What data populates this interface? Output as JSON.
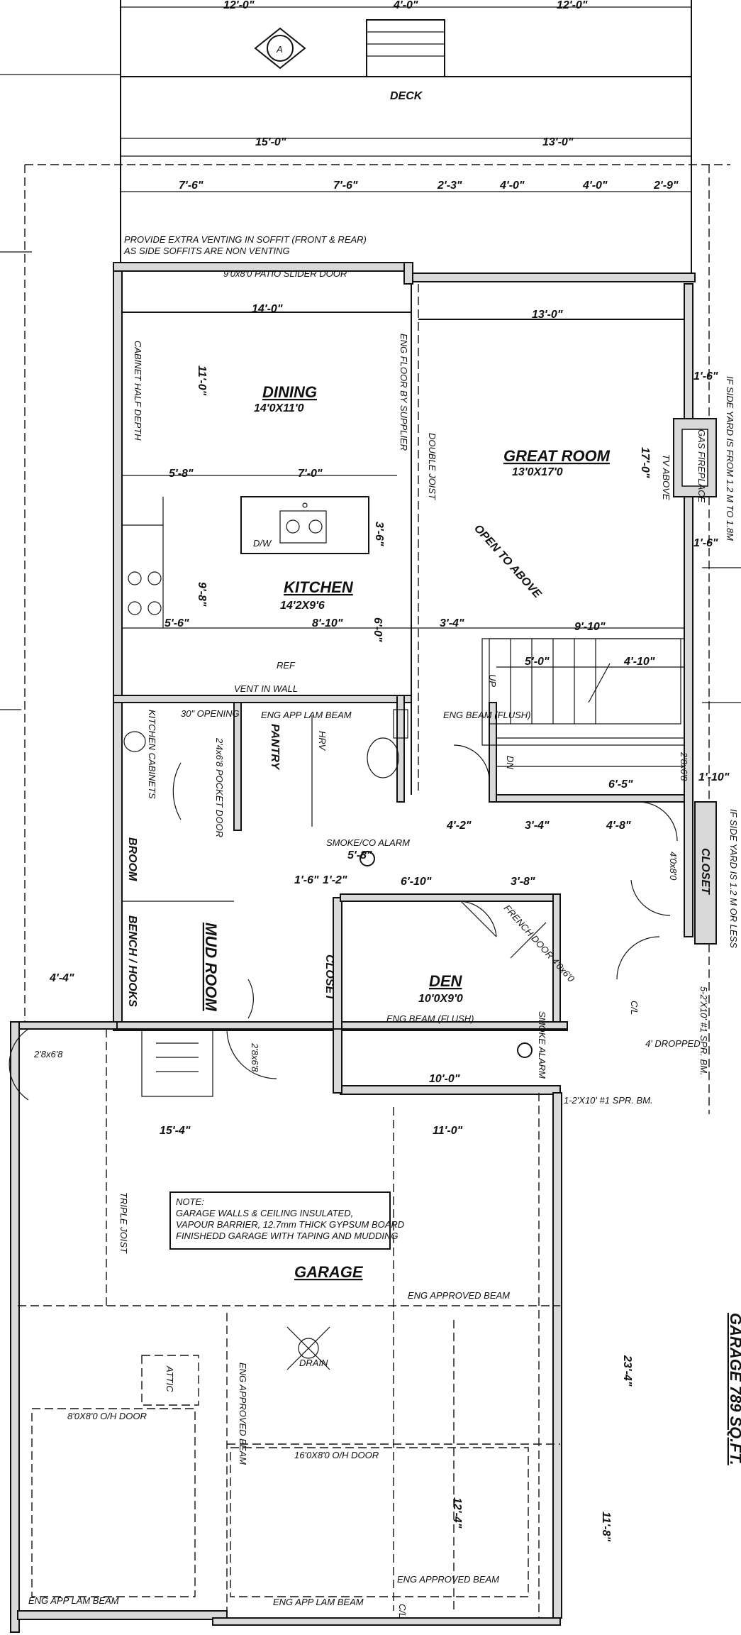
{
  "deck": {
    "label": "DECK",
    "dims_top": [
      "12'-0\"",
      "4'-0\"",
      "12'-0\""
    ],
    "dims_mid": [
      "15'-0\"",
      "13'-0\""
    ],
    "dims_low": [
      "7'-6\"",
      "7'-6\"",
      "2'-3\"",
      "4'-0\"",
      "4'-0\"",
      "2'-9\""
    ],
    "section_marker": "A"
  },
  "notes": {
    "venting": "PROVIDE EXTRA VENTING IN SOFFIT (FRONT & REAR)",
    "venting2": "AS SIDE SOFFITS ARE NON VENTING",
    "patio_door": "9'0x8'0 PATIO SLIDER DOOR",
    "garage_note1": "NOTE:",
    "garage_note2": "GARAGE WALLS & CEILING INSULATED,",
    "garage_note3": "VAPOUR BARRIER, 12.7mm THICK GYPSUM BOARD",
    "garage_note4": "FINISHEDD GARAGE WITH TAPING AND MUDDING",
    "eng_floor": "ENG FLOOR BY SUPPLIER",
    "double_joist": "DOUBLE JOIST",
    "triple_joist": "TRIPLE JOIST",
    "open_above": "OPEN TO ABOVE",
    "side_yard1": "IF SIDE YARD IS FROM 1.2 M TO 1.8M",
    "side_yard2": "IF SIDE YARD IS 1.2 M OR LESS",
    "cabinet": "CABINET HALF DEPTH",
    "tv": "TV ABOVE",
    "fireplace": "GAS FIREPLACE"
  },
  "rooms": {
    "dining": {
      "name": "DINING",
      "size": "14'0X11'0"
    },
    "great": {
      "name": "GREAT ROOM",
      "size": "13'0X17'0"
    },
    "kitchen": {
      "name": "KITCHEN",
      "size": "14'2X9'6"
    },
    "den": {
      "name": "DEN",
      "size": "10'0X9'0"
    },
    "mud": {
      "name": "MUD ROOM"
    },
    "garage": {
      "name": "GARAGE"
    },
    "pantry": "PANTRY",
    "closet": "CLOSET",
    "closet2": "CLOSET",
    "broom": "BROOM",
    "bench": "BENCH / HOOKS",
    "attic": "ATTIC",
    "drain": "DRAIN"
  },
  "dims": {
    "d14_0": "14'-0\"",
    "d13_0": "13'-0\"",
    "d11_0": "11'-0\"",
    "d17_0": "17'-0\"",
    "d5_8": "5'-8\"",
    "d7_0": "7'-0\"",
    "d3_6": "3'-6\"",
    "d9_8": "9'-8\"",
    "d5_6": "5'-6\"",
    "d8_10": "8'-10\"",
    "d6_0": "6'-0\"",
    "d3_4": "3'-4\"",
    "d9_10": "9'-10\"",
    "d5_0": "5'-0\"",
    "d4_10": "4'-10\"",
    "d1_6a": "1'-6\"",
    "d1_6b": "1'-6\"",
    "d1_10": "1'-10\"",
    "d4_2": "4'-2\"",
    "d3_4b": "3'-4\"",
    "d4_8": "4'-8\"",
    "d6_5": "6'-5\"",
    "d6_10": "6'-10\"",
    "d3_8": "3'-8\"",
    "d10_0": "10'-0\"",
    "d4_4": "4'-4\"",
    "d15_4": "15'-4\"",
    "d11_0b": "11'-0\"",
    "d23_4": "23'-4\"",
    "d12_4": "12'-4\"",
    "d11_8": "11'-8\"",
    "d1_6c": "1'-6\"",
    "d1_2": "1'-2\"",
    "d5_8b": "5'-8\""
  },
  "beams": {
    "eng_app_lam": "ENG APP LAM BEAM",
    "eng_beam_flush": "ENG BEAM (FLUSH)",
    "eng_beam_flush2": "ENG BEAM (FLUSH)",
    "eng_approved": "ENG APPROVED BEAM",
    "eng_approved_v": "ENG APPROVED BEAM",
    "eng_approved_bottom": "ENG APPROVED BEAM",
    "eng_app_lam_bottom": "ENG APP LAM BEAM",
    "eng_app_lam_bottom2": "ENG APP LAM BEAM",
    "spr_bm1": "5-2'X10' #1 SPR. BM.",
    "spr_bm2": "1-2'X10' #1 SPR. BM."
  },
  "doors": {
    "pocket": "2'4x6'8 POCKET DOOR",
    "door2868": "2'8x6'8",
    "door2868b": "2'8x6'8",
    "door2868c": "2'8x6'8",
    "french": "FRENCH DOOR 4'0x6'0",
    "garage_door_big": "16'0X8'0 O/H DOOR",
    "garage_door_small": "8'0X8'0 O/H DOOR",
    "opening30": "30\" OPENING",
    "closet_door": "4'0x8'0"
  },
  "misc": {
    "smoke_co": "SMOKE/CO ALARM",
    "smoke": "SMOKE ALARM",
    "dw": "D/W",
    "ref": "REF",
    "hrv": "HRV",
    "vent_wall": "VENT IN WALL",
    "dropped": "4' DROPPED",
    "cl": "C/L",
    "cl2": "C/L",
    "up": "UP",
    "dn": "DN",
    "kitchen_cab": "KITCHEN CABINETS",
    "partial_title": "GARAGE 789 SQ.FT."
  }
}
